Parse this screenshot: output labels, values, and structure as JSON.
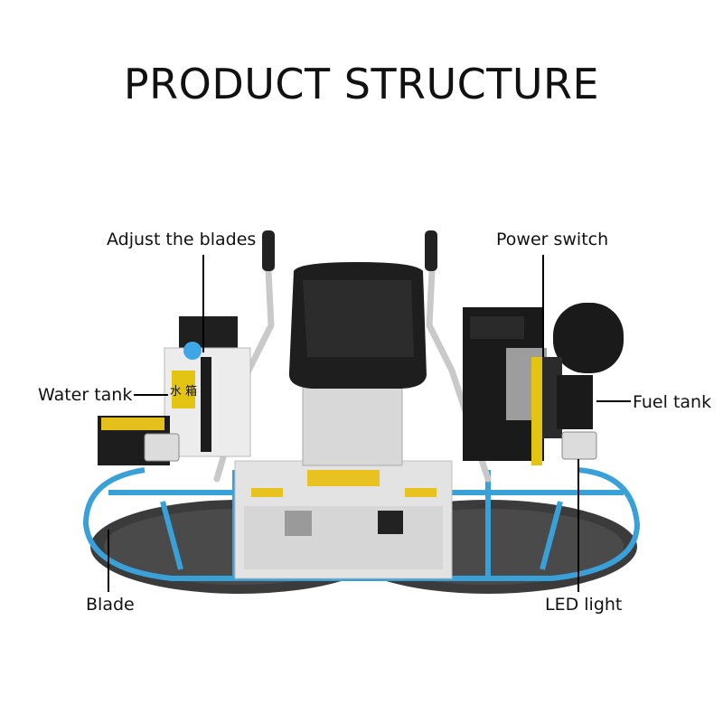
{
  "title": "PRODUCT STRUCTURE",
  "labels": {
    "adjust_blades": "Adjust the blades",
    "power_switch": "Power switch",
    "water_tank": "Water tank",
    "fuel_tank": "Fuel tank",
    "blade": "Blade",
    "led_light": "LED light"
  },
  "tank_decal": "水 箱",
  "colors": {
    "frame": "#3aa0d8",
    "seat": "#1e1e1e",
    "plate": "#e6e6e6",
    "engine": "#1a1a1a",
    "label_line": "#000000"
  }
}
